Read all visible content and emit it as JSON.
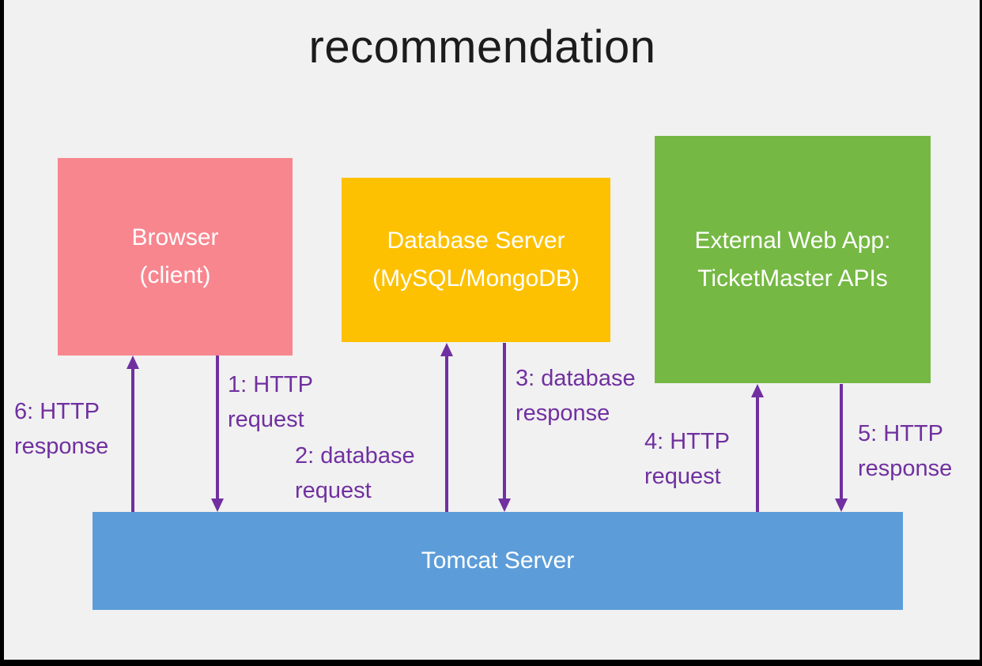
{
  "title": "recommendation",
  "colors": {
    "background": "#F1F1F1",
    "frame": "#000000",
    "title_text": "#1C1C1C",
    "browser_box": "#F8868F",
    "database_box": "#FDC101",
    "external_box": "#75B843",
    "tomcat_box": "#5C9DD9",
    "arrow_purple": "#7030A0",
    "box_text": "#FFFFFF"
  },
  "boxes": {
    "browser": {
      "line1": "Browser",
      "line2": "(client)"
    },
    "database": {
      "line1": "Database Server",
      "line2": "(MySQL/MongoDB)"
    },
    "external": {
      "line1": "External Web App:",
      "line2": "TicketMaster APIs"
    },
    "tomcat": {
      "line1": "Tomcat Server"
    }
  },
  "flow_labels": {
    "step1": {
      "line1": "1: HTTP",
      "line2": "request"
    },
    "step2": {
      "line1": "2: database",
      "line2": "request"
    },
    "step3": {
      "line1": "3: database",
      "line2": "response"
    },
    "step4": {
      "line1": "4: HTTP",
      "line2": "request"
    },
    "step5": {
      "line1": "5: HTTP",
      "line2": "response"
    },
    "step6": {
      "line1": "6: HTTP",
      "line2": "response"
    }
  }
}
